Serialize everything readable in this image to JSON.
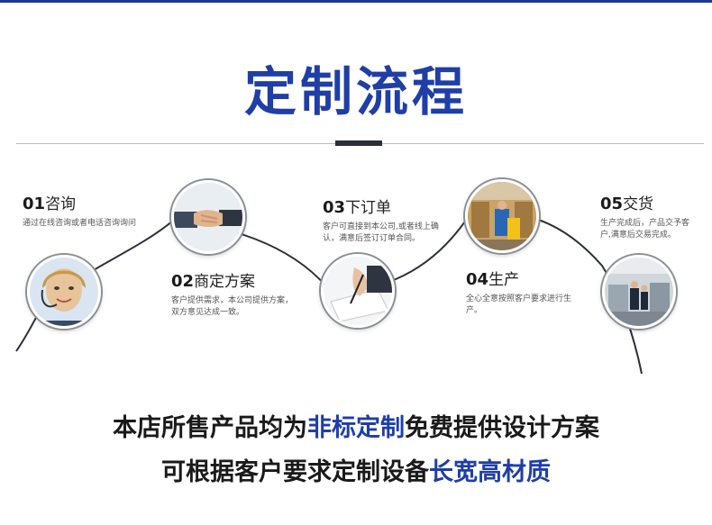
{
  "title": "定制流程",
  "steps": [
    {
      "num": "01",
      "name": "咨询",
      "desc": [
        "通过在线咨询或者电话咨询询问"
      ]
    },
    {
      "num": "02",
      "name": "商定方案",
      "desc": [
        "客户提供需求，本公司提供方案，",
        "双方意见达成一致。"
      ]
    },
    {
      "num": "03",
      "name": "下订单",
      "desc": [
        "客户可直接到本公司,或者线上确",
        "认，满意后签订订单合同。"
      ]
    },
    {
      "num": "04",
      "name": "生产",
      "desc": [
        "全心全意按照客户要求进行生",
        "产。"
      ]
    },
    {
      "num": "05",
      "name": "交货",
      "desc": [
        "生产完成后，产品交予客",
        "户,满意后交易完成。"
      ]
    }
  ],
  "slogan": {
    "line1": {
      "before": "本店所售产品均为",
      "highlight": "非标定制",
      "after": "免费提供设计方案"
    },
    "line2": {
      "before": "可根据客户要求定制设备",
      "highlight": "长宽高材质"
    }
  },
  "colors": {
    "accent": "#1f3ea8",
    "dark": "#2b2e3b"
  },
  "icons": [
    "customer-service-icon",
    "handshake-icon",
    "signing-contract-icon",
    "warehouse-production-icon",
    "factory-workers-icon"
  ]
}
